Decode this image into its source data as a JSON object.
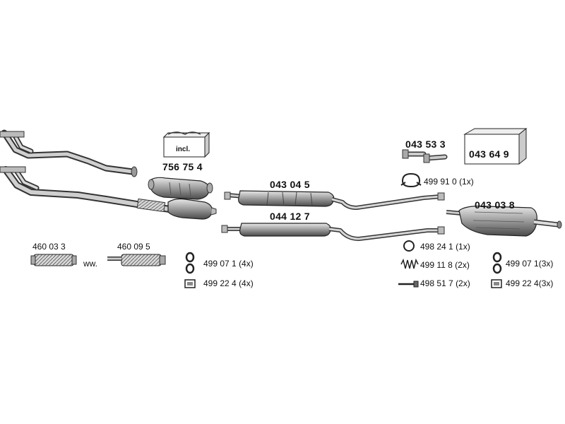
{
  "parts": {
    "p1": "756 75 4",
    "p2": "043 04 5",
    "p3": "044 12 7",
    "p4": "043 03 8",
    "p5": "043 53 3",
    "p6": "043 64 9",
    "p7": "460 03 3",
    "p8": "460 09 5"
  },
  "incl_label": "incl.",
  "ww_label": "ww.",
  "accessories": [
    {
      "part": "499 91 0",
      "qty": "(1x)"
    },
    {
      "part": "499 07 1",
      "qty": "(4x)"
    },
    {
      "part": "499 22 4",
      "qty": "(4x)"
    },
    {
      "part": "498 24 1",
      "qty": "(1x)"
    },
    {
      "part": "499 11 8",
      "qty": "(2x)"
    },
    {
      "part": "498 51 7",
      "qty": "(2x)"
    },
    {
      "part": "499 07 1",
      "qty": "(3x)"
    },
    {
      "part": "499 22 4",
      "qty": "(3x)"
    }
  ]
}
